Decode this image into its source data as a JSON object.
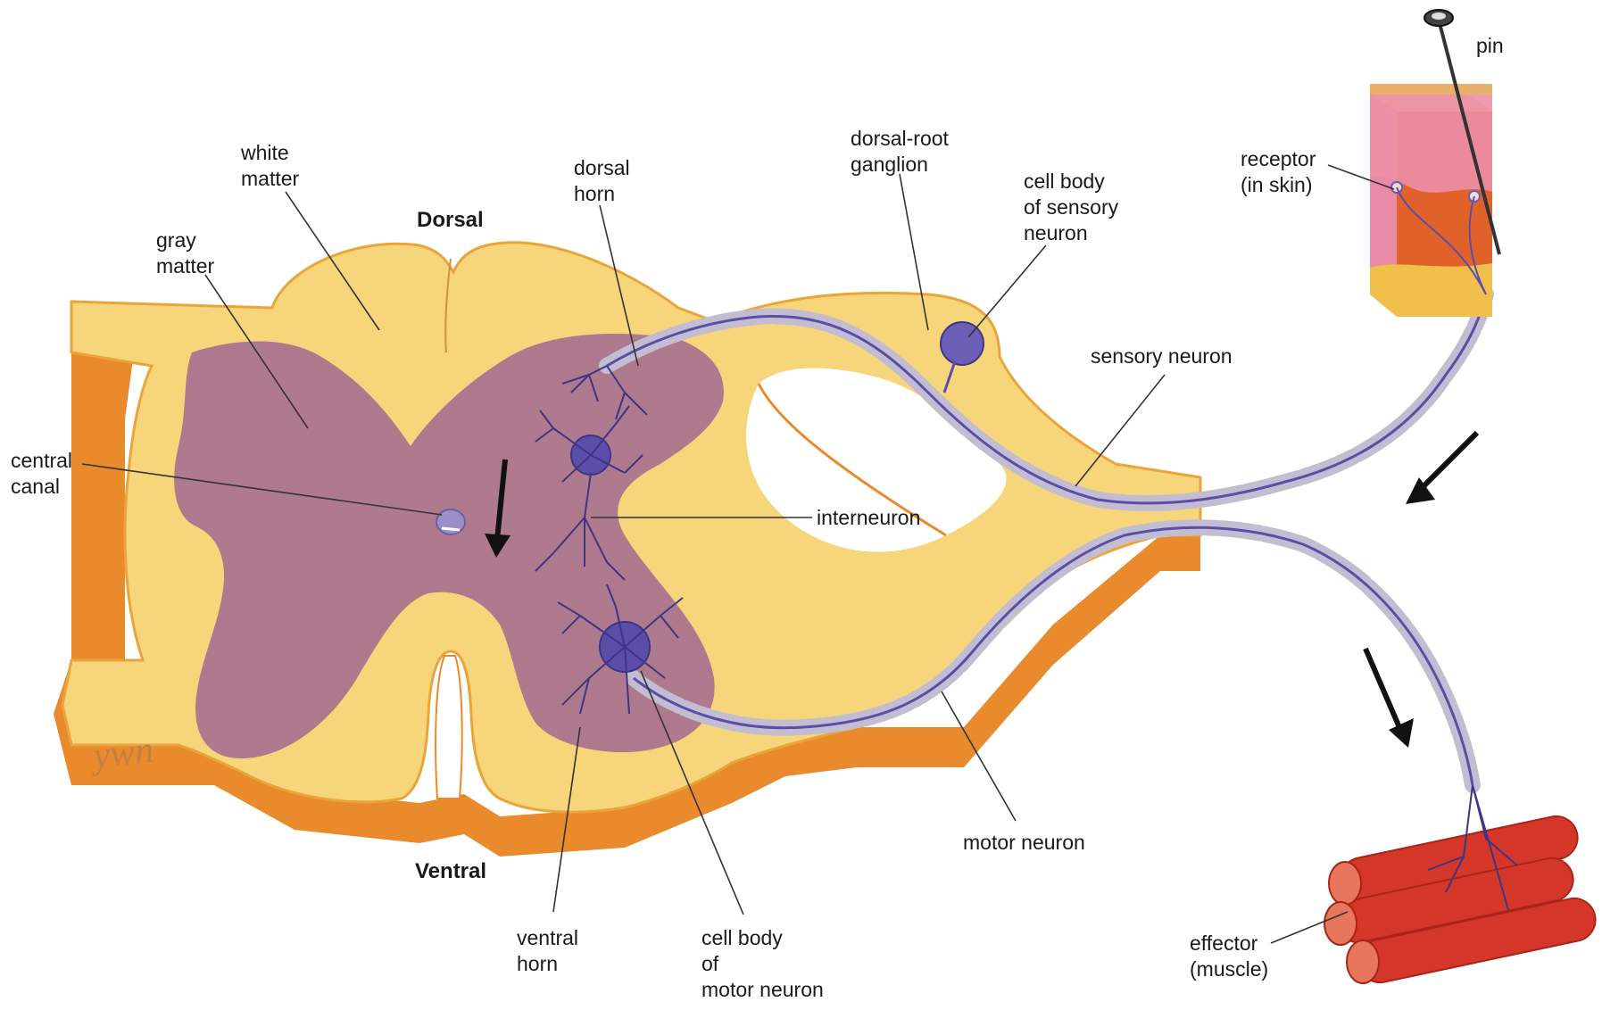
{
  "labels": {
    "dorsal": "Dorsal",
    "ventral": "Ventral",
    "white_matter": [
      "white",
      "matter"
    ],
    "gray_matter": [
      "gray",
      "matter"
    ],
    "central_canal": [
      "central",
      "canal"
    ],
    "dorsal_horn": [
      "dorsal",
      "horn"
    ],
    "dorsal_root_ganglion": [
      "dorsal-root",
      "ganglion"
    ],
    "cell_body_sensory": [
      "cell body",
      "of sensory",
      "neuron"
    ],
    "receptor": [
      "receptor",
      "(in skin)"
    ],
    "pin": "pin",
    "sensory_neuron": "sensory neuron",
    "interneuron": "interneuron",
    "motor_neuron": "motor neuron",
    "ventral_horn": [
      "ventral",
      "horn"
    ],
    "cell_body_motor": [
      "cell body",
      "of",
      "motor neuron"
    ],
    "effector": [
      "effector",
      "(muscle)"
    ]
  },
  "signature": "ywn",
  "colors": {
    "white_matter": "#f7d57a",
    "white_matter_edge": "#e9a43a",
    "cord_side": "#e98a2c",
    "gray_matter": "#b07a8e",
    "neuron_body": "#5b4ea8",
    "axon_sheath": "#b9b3c6",
    "skin_top": "#f0c18a",
    "skin_pink": "#e98aa6",
    "skin_dermis": "#e0612a",
    "fat": "#f1c04a",
    "muscle": "#d4362a",
    "arrow": "#111111",
    "leader": "#333333"
  }
}
